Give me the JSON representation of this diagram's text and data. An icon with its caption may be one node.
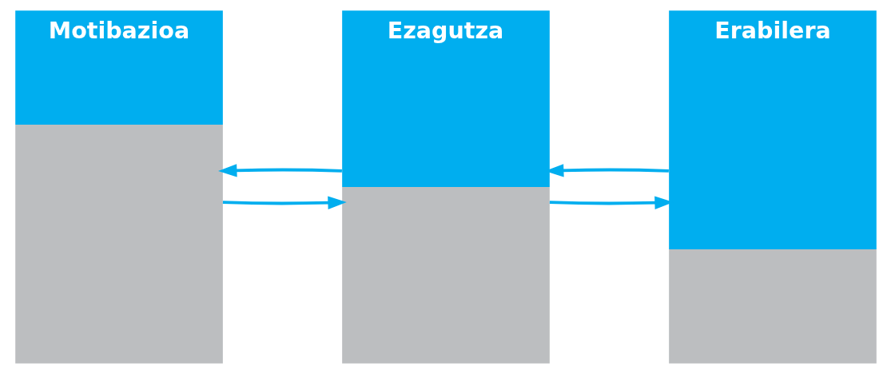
{
  "diagram": {
    "nodes": [
      {
        "text": [
          "Motibazioa"
        ]
      },
      {
        "text": [
          "Ezagutza"
        ]
      },
      {
        "text": [
          "Erabilera"
        ]
      }
    ],
    "edges": [
      {
        "from": 0,
        "to": 1,
        "arrow": "to"
      },
      {
        "from": 1,
        "to": 0,
        "arrow": "to"
      },
      {
        "from": 1,
        "to": 2,
        "arrow": "to"
      },
      {
        "from": 2,
        "to": 1,
        "arrow": "to"
      }
    ]
  }
}
